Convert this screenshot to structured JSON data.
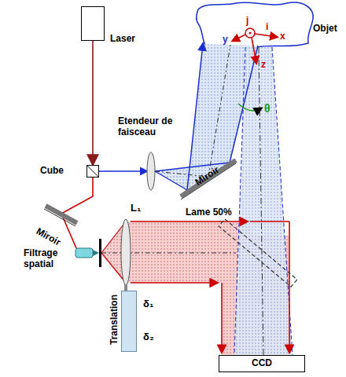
{
  "diagram": {
    "nodes": [
      {
        "text": [
          "Laser"
        ]
      },
      {
        "text": [
          "Cube"
        ]
      },
      {
        "text": [
          "Translation"
        ]
      },
      {
        "text": [
          "CCD"
        ]
      }
    ],
    "edges": [
      {
        "from": 0,
        "to": 1,
        "arrow": "to"
      }
    ],
    "labels": [
      "Miroir",
      "Objet",
      "Etendeur de faisceau",
      "θ",
      "y",
      "x",
      "j",
      "i",
      "z",
      "Filtrage spatial",
      "Miroir",
      "L₁",
      "Lame 50%",
      "δ₁",
      "δ₂"
    ]
  }
}
